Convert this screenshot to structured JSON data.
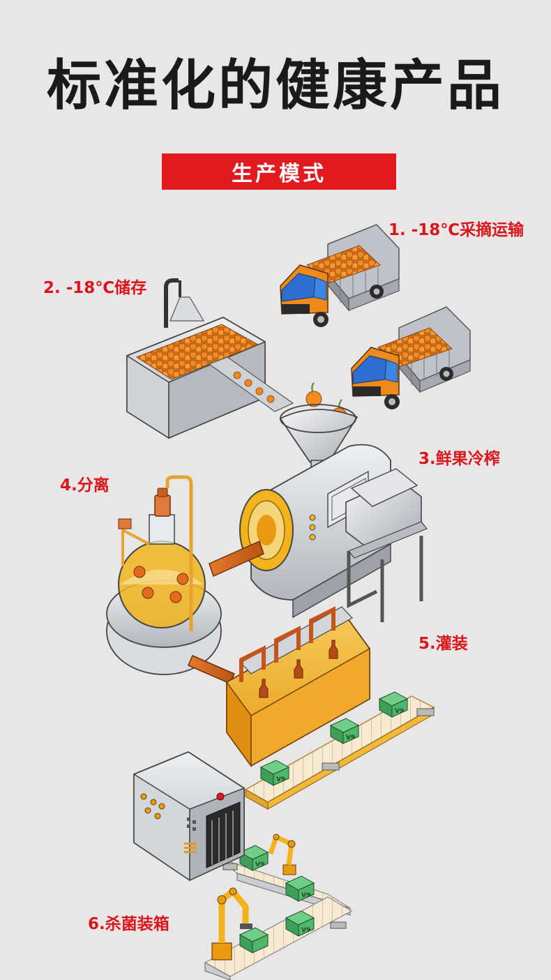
{
  "title": "标准化的健康产品",
  "banner": "生产模式",
  "steps": [
    {
      "label": "1. -18℃采摘运输"
    },
    {
      "label": "2. -18℃储存"
    },
    {
      "label": "3.鲜果冷榨"
    },
    {
      "label": "4.分离"
    },
    {
      "label": "5.灌装"
    },
    {
      "label": "6.杀菌装箱"
    }
  ],
  "box_brand": "V9",
  "colors": {
    "background": "#e8e6e6",
    "accent_red": "#e01a1f",
    "label_red": "#d9161c",
    "truck_orange": "#ef8a1a",
    "steel": "#c9ccd1",
    "box_green": "#4fb66a",
    "juice_yellow": "#f2b31c"
  },
  "icons": [
    "truck-icon",
    "storage-tank-icon",
    "juicer-machine-icon",
    "separator-flask-icon",
    "filling-machine-icon",
    "sterilizer-icon",
    "robot-arm-icon",
    "conveyor-icon"
  ]
}
